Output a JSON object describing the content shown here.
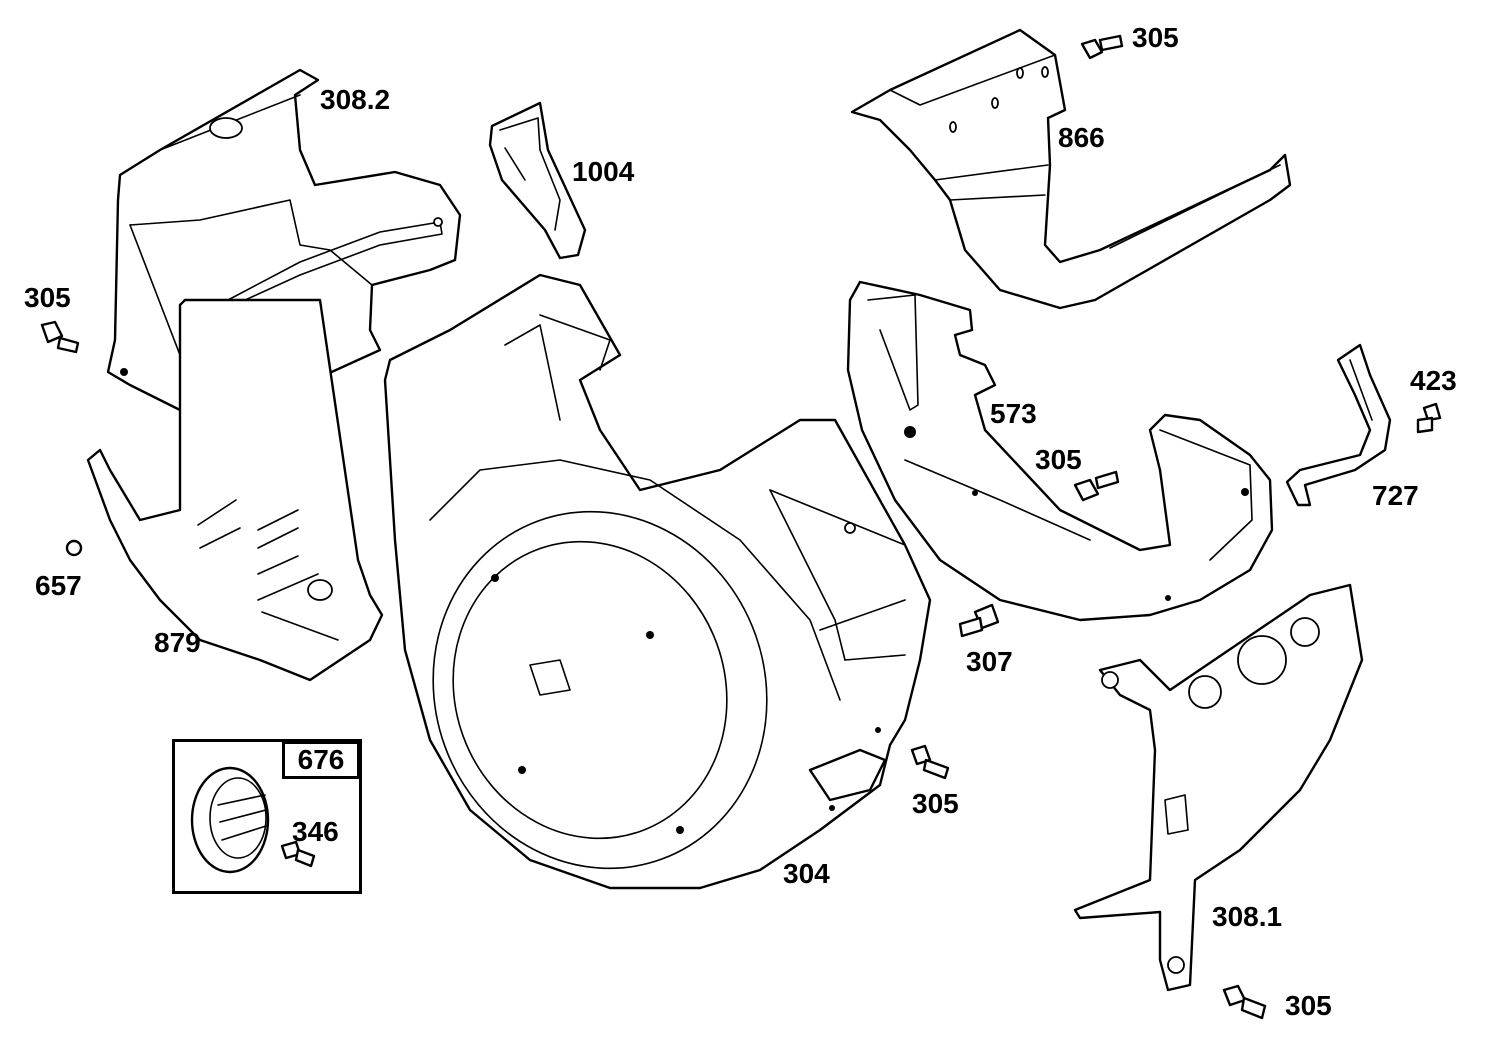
{
  "diagram": {
    "parts": [
      {
        "id": "blower-housing",
        "label": "304"
      },
      {
        "id": "shroud-left",
        "label": "308.2"
      },
      {
        "id": "shroud-right",
        "label": "308.1"
      },
      {
        "id": "guard-top-right",
        "label": "866"
      },
      {
        "id": "baffle-mid-right",
        "label": "573"
      },
      {
        "id": "air-guide",
        "label": "1004"
      },
      {
        "id": "baffle-plate",
        "label": "879"
      },
      {
        "id": "bracket",
        "label": "727"
      },
      {
        "id": "rotating-screen",
        "label": "676"
      }
    ],
    "fasteners": {
      "screw_305_a": "305",
      "screw_305_b": "305",
      "screw_305_c": "305",
      "screw_305_d": "305",
      "screw_305_e": "305",
      "screw_307": "307",
      "screw_346": "346",
      "screw_423": "423",
      "rivet_657": "657"
    }
  }
}
